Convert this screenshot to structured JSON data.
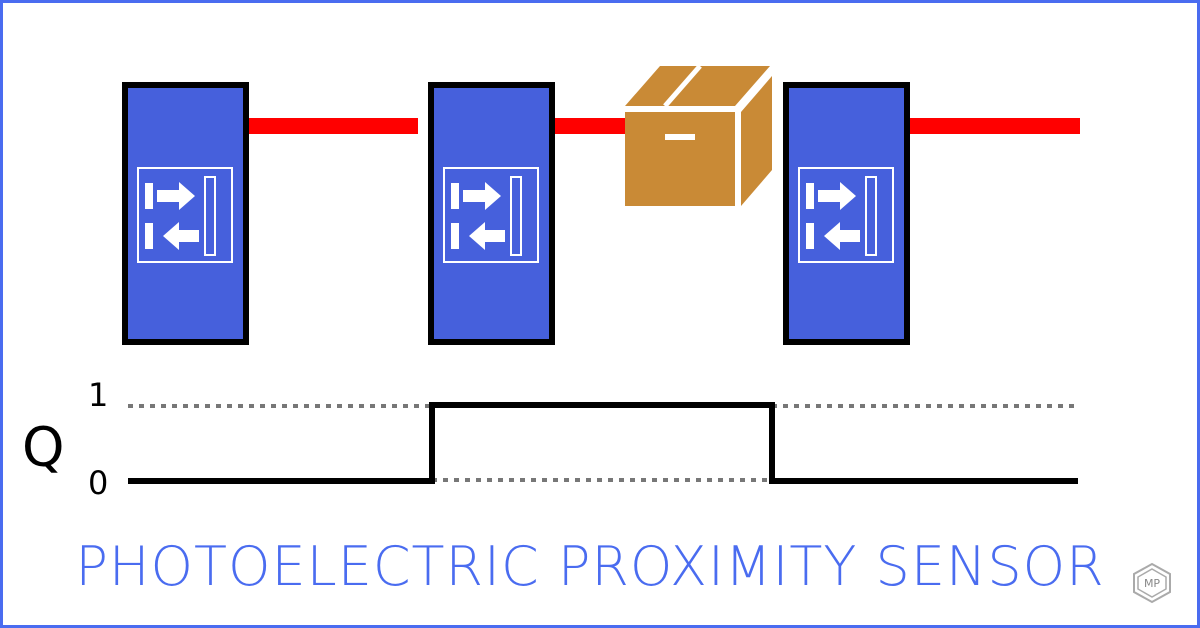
{
  "title": "PHOTOELECTRIC PROXIMITY SENSOR",
  "signal": {
    "variable": "Q",
    "high_label": "1",
    "low_label": "0"
  },
  "logo": {
    "text": "MP"
  },
  "colors": {
    "frame_border": "#4a6cf0",
    "sensor_fill": "#4660dc",
    "sensor_outline": "#000000",
    "beam": "#ff0000",
    "box": "#c98a36",
    "title": "#4a6cf0",
    "signal_line": "#000000",
    "dotted_level": "#777777"
  },
  "icons": [
    "sensor-icon",
    "arrow-right-icon",
    "arrow-left-icon",
    "cardboard-box-icon",
    "hexagon-logo-icon"
  ]
}
